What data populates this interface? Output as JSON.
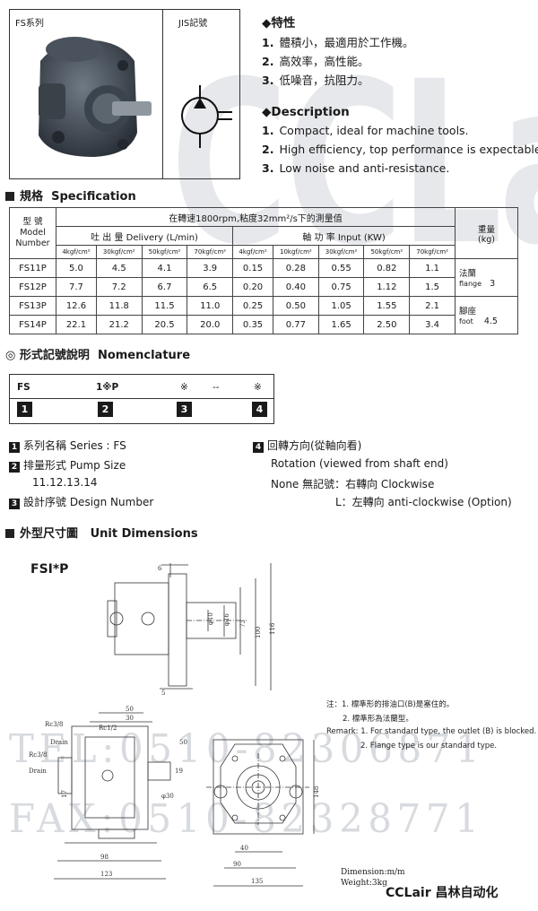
{
  "watermark": {
    "brand": "CCLair",
    "tel": "TEL:0510-82306871",
    "fax": "FAX:0510-82328771"
  },
  "product_box": {
    "series_label": "FS系列",
    "jis_label": "JIS記號"
  },
  "features": {
    "heading_cn": "特性",
    "items_cn": [
      {
        "num": "1.",
        "text": "體積小，最適用於工作機。"
      },
      {
        "num": "2.",
        "text": "高效率，高性能。"
      },
      {
        "num": "3.",
        "text": "低噪音，抗阻力。"
      }
    ],
    "heading_en": "Description",
    "items_en": [
      {
        "num": "1.",
        "text": "Compact, ideal for machine tools."
      },
      {
        "num": "2.",
        "text": "High efficiency, top performance is expectable."
      },
      {
        "num": "3.",
        "text": "Low noise and anti-resistance."
      }
    ]
  },
  "spec": {
    "title_cn": "規格",
    "title_en": "Specification",
    "model_header": [
      "型 號",
      "Model",
      "Number"
    ],
    "condition": "在轉速1800rpm,粘度32mm²/s下的測量值",
    "delivery_header": "吐 出 量  Delivery (L/min)",
    "input_header": "軸 功 率  Input (KW)",
    "weight_header": [
      "重量",
      "(kg)"
    ],
    "delivery_pressures": [
      "4kgf/cm²",
      "30kgf/cm²",
      "50kgf/cm²",
      "70kgf/cm²"
    ],
    "input_pressures": [
      "4kgf/cm²",
      "10kgf/cm²",
      "30kgf/cm²",
      "50kgf/cm²",
      "70kgf/cm²"
    ],
    "rows": [
      {
        "model": "FS11P",
        "delivery": [
          "5.0",
          "4.5",
          "4.1",
          "3.9"
        ],
        "input": [
          "0.15",
          "0.28",
          "0.55",
          "0.82",
          "1.1"
        ]
      },
      {
        "model": "FS12P",
        "delivery": [
          "7.7",
          "7.2",
          "6.7",
          "6.5"
        ],
        "input": [
          "0.20",
          "0.40",
          "0.75",
          "1.12",
          "1.5"
        ]
      },
      {
        "model": "FS13P",
        "delivery": [
          "12.6",
          "11.8",
          "11.5",
          "11.0"
        ],
        "input": [
          "0.25",
          "0.50",
          "1.05",
          "1.55",
          "2.1"
        ]
      },
      {
        "model": "FS14P",
        "delivery": [
          "22.1",
          "21.2",
          "20.5",
          "20.0"
        ],
        "input": [
          "0.35",
          "0.77",
          "1.65",
          "2.50",
          "3.4"
        ]
      }
    ],
    "weights": {
      "flange_cn": "法蘭",
      "flange_en": "flange",
      "flange_val": "3",
      "foot_cn": "腳座",
      "foot_en": "foot",
      "foot_val": "4.5"
    }
  },
  "nomenclature": {
    "title_cn": "形式記號說明",
    "title_en": "Nomenclature",
    "codes": [
      "FS",
      "1※P",
      "※",
      "--",
      "※"
    ],
    "nums": [
      "1",
      "2",
      "3",
      "4"
    ],
    "legend": {
      "l1": "系列名稱 Series : FS",
      "l2": "排量形式 Pump Size",
      "l2b": "11.12.13.14",
      "l3": "設計序號 Design Number",
      "l4": "回轉方向(從軸向看)",
      "l4a": "Rotation (viewed from shaft end)",
      "l4b": "None 無記號：右轉向 Clockwise",
      "l4c": "L：左轉向 anti-clockwise (Option)"
    }
  },
  "dimensions": {
    "title_cn": "外型尺寸圖",
    "title_en": "Unit Dimensions",
    "model_label": "FSI*P",
    "labels": {
      "d100": "100",
      "d116": "116",
      "d73": "73",
      "d98": "98",
      "d148": "148",
      "d123": "123",
      "d135": "135",
      "d40": "40",
      "d90": "90",
      "d50": "50",
      "d30": "30",
      "d19": "19",
      "d5": "5",
      "d6": "6",
      "d17": "17",
      "phi30": "φ30",
      "phi10": "φ10",
      "phi16": "φ16",
      "rc38": "Rc3/8",
      "drain": "Drain",
      "rc12": "Rc1/2"
    },
    "notes": {
      "n1": "注：1. 標準形的排油口(B)是塞住的。",
      "n2": "2. 標準形為法蘭型。",
      "n3": "Remark: 1. For standard type, the outlet (B) is blocked.",
      "n4": "2. Flange type is our standard type."
    },
    "dimension_unit": "Dimension:m/m",
    "weight": "Weight:3kg"
  },
  "brand": "CCLair 昌林自动化"
}
